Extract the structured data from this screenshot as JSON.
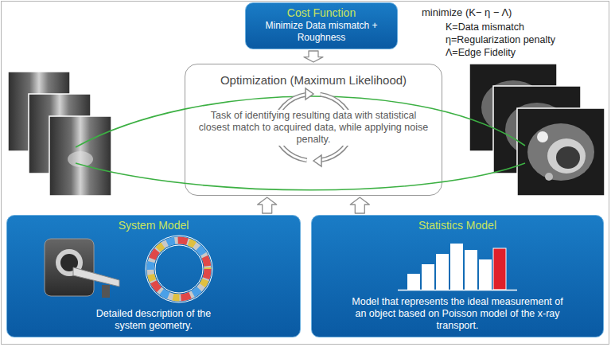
{
  "diagram": {
    "nodes": [
      {
        "text": [
          "Cost Function",
          "Minimize Data mismatch + Roughness"
        ]
      },
      {
        "text": [
          "Optimization (Maximum Likelihood)",
          "Task of identifying resulting data with statistical closest match to acquired data, while applying noise penalty."
        ]
      },
      {
        "text": [
          "System Model",
          "Detailed description of the system geometry."
        ]
      },
      {
        "text": [
          "Statistics Model",
          "Model that represents the ideal measurement of an object based on Poisson model of the x-ray transport."
        ]
      }
    ],
    "edges": [
      {
        "from": 0,
        "to": 1,
        "arrow": "to"
      },
      {
        "from": 2,
        "to": 1,
        "arrow": "to"
      },
      {
        "from": 3,
        "to": 1,
        "arrow": "to"
      }
    ],
    "labels": [
      "minimize (K− η − Λ)",
      "K=Data mismatch",
      "η=Regularization penalty",
      "Λ=Edge Fidelity"
    ]
  }
}
